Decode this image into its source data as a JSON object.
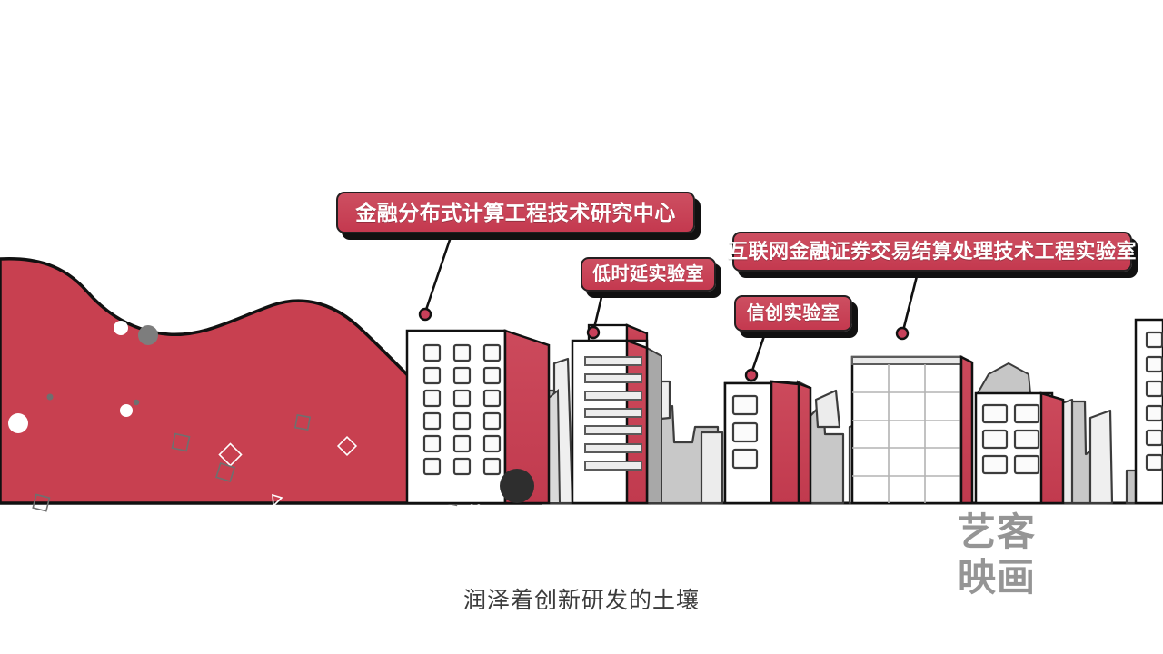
{
  "scene": {
    "title": "金融科技园区建筑场景",
    "background_color": "#ffffff",
    "hill_color": "#c84050",
    "outline_color": "#111111",
    "building_red": "#c8405a",
    "building_grey": "#c4c4c4",
    "building_light_grey": "#ececec"
  },
  "callouts": [
    {
      "id": "callout-0",
      "label": "金融分布式计算工程技术研究中心",
      "marker_color": "#c8405a"
    },
    {
      "id": "callout-1",
      "label": "低时延实验室",
      "marker_color": "#c8405a"
    },
    {
      "id": "callout-2",
      "label": "互联网金融证券交易结算处理技术工程实验室",
      "marker_color": "#c8405a"
    },
    {
      "id": "callout-3",
      "label": "信创实验室",
      "marker_color": "#c8405a"
    }
  ],
  "subtitle": {
    "text": "润泽着创新研发的土壤",
    "color": "#3b3b3b"
  },
  "watermark": {
    "line1": "艺客",
    "line2": "映画",
    "color": "#8d8d8d"
  }
}
